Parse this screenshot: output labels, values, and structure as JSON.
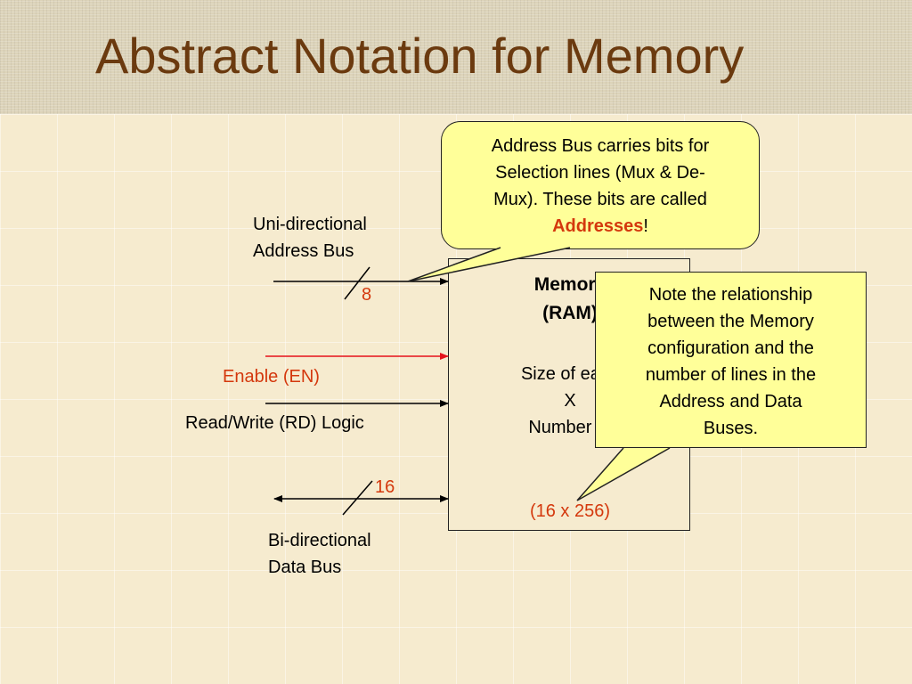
{
  "title": "Abstract Notation for Memory",
  "address_bus": {
    "line1": "Uni-directional",
    "line2": "Address Bus",
    "width": "8"
  },
  "enable": {
    "label": "Enable (EN)"
  },
  "read_write": {
    "label": "Read/Write (RD) Logic"
  },
  "data_bus": {
    "line1": "Bi-directional",
    "line2": "Data Bus",
    "width": "16"
  },
  "memory": {
    "title_line1": "Memory",
    "title_line2": "(RAM)",
    "size_line1": "Size of each",
    "size_line2": "X",
    "size_line3": "Number of",
    "config": "(16 x 256)"
  },
  "callout_address": {
    "line1": "Address Bus carries bits for",
    "line2": "Selection lines (Mux & De-",
    "line3": "Mux).  These bits are called",
    "highlight": "Addresses",
    "suffix": "!"
  },
  "callout_note": {
    "line1": "Note the relationship",
    "line2": "between the Memory",
    "line3": "configuration and the",
    "line4": "number of lines in the",
    "line5": "Address and Data",
    "line6": "Buses."
  },
  "colors": {
    "title": "#6b3a0f",
    "accent_red": "#d4380d",
    "callout_fill": "#ffff99",
    "background": "#f6ebcf"
  }
}
